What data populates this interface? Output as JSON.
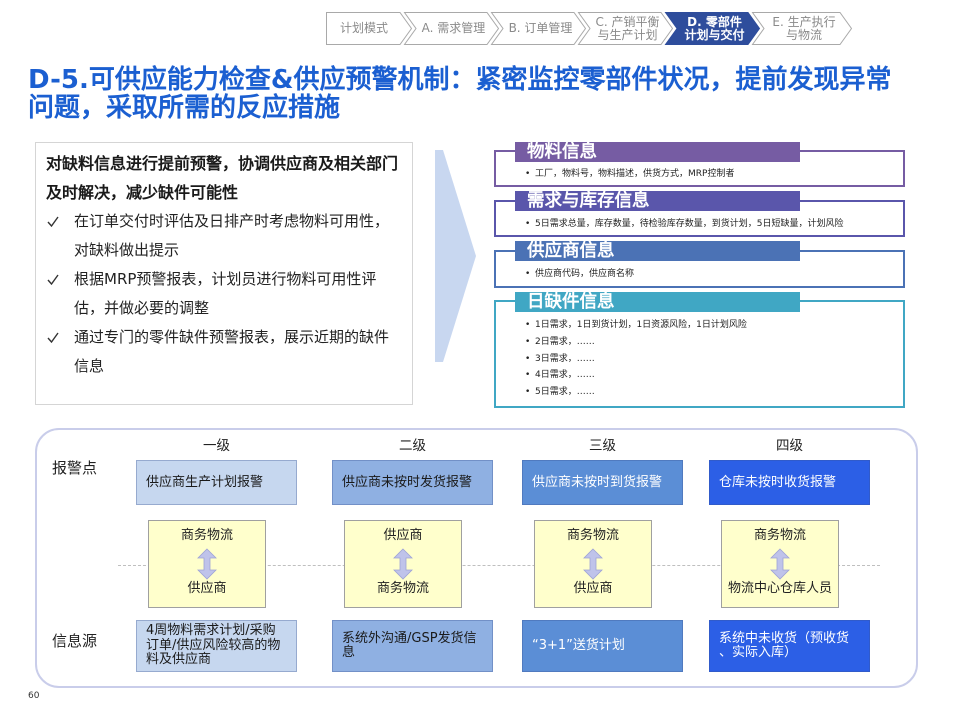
{
  "colors": {
    "title": "#1b5fd1",
    "active_step": "#2e4d9c",
    "flow_arrow": "#c8d7f0",
    "party_box": "#ffffcc",
    "party_arrow": "#bfc3ea",
    "panel_outline": "#c9cdea"
  },
  "icons": {
    "summary_bullet": "check-icon",
    "flow": "chevron-right-icon",
    "party_link": "up-down-arrow-icon"
  },
  "breadcrumb": {
    "steps": [
      {
        "lines": [
          "计划模式"
        ],
        "active": false
      },
      {
        "lines": [
          "A. 需求管理"
        ],
        "active": false
      },
      {
        "lines": [
          "B. 订单管理"
        ],
        "active": false
      },
      {
        "lines": [
          "C. 产销平衡",
          "与生产计划"
        ],
        "active": false
      },
      {
        "lines": [
          "D. 零部件",
          "计划与交付"
        ],
        "active": true
      },
      {
        "lines": [
          "E. 生产执行",
          "与物流"
        ],
        "active": false
      }
    ]
  },
  "title": "D-5.可供应能力检查&供应预警机制：紧密监控零部件状况，提前发现异常问题，采取所需的反应措施",
  "summary": {
    "heading": "对缺料信息进行提前预警，协调供应商及相关部门及时解决，减少缺件可能性",
    "bullets": [
      "在订单交付时评估及日排产时考虑物料可用性，对缺料做出提示",
      "根据MRP预警报表，计划员进行物料可用性评估，并做必要的调整",
      "通过专门的零件缺件预警报表，展示近期的缺件信息"
    ]
  },
  "info_panels": [
    {
      "title": "物料信息",
      "color": "#765ca3",
      "items": [
        "工厂，物料号，物料描述，供货方式，MRP控制者"
      ]
    },
    {
      "title": "需求与库存信息",
      "color": "#5a56ab",
      "items": [
        "5日需求总量，库存数量，待检验库存数量，到货计划，5日短缺量，计划风险"
      ]
    },
    {
      "title": "供应商信息",
      "color": "#4b72b5",
      "items": [
        "供应商代码，供应商名称"
      ]
    },
    {
      "title": "日缺件信息",
      "color": "#40a7c4",
      "items": [
        "1日需求，1日到货计划，1日资源风险，1日计划风险",
        "2日需求，……",
        "3日需求，……",
        "4日需求，……",
        "5日需求，……"
      ]
    }
  ],
  "alert_levels": {
    "row_labels": {
      "alarm": "报警点",
      "source": "信息源"
    },
    "levels": [
      {
        "name": "一级",
        "alarm": "供应商生产计划报警",
        "parties": {
          "top": "商务物流",
          "bottom": "供应商"
        },
        "source": "4周物料需求计划/采购订单/供应风险较高的物料及供应商",
        "color": "#c6d7ef",
        "text_color": "#1a1a1a"
      },
      {
        "name": "二级",
        "alarm": "供应商未按时发货报警",
        "parties": {
          "top": "供应商",
          "bottom": "商务物流"
        },
        "source": "系统外沟通/GSP发货信息",
        "color": "#8fb0e2",
        "text_color": "#1a1a1a"
      },
      {
        "name": "三级",
        "alarm": "供应商未按时到货报警",
        "parties": {
          "top": "商务物流",
          "bottom": "供应商"
        },
        "source": "“3+1”送货计划",
        "color": "#5b8ed6",
        "text_color": "#ffffff"
      },
      {
        "name": "四级",
        "alarm": "仓库未按时收货报警",
        "parties": {
          "top": "商务物流",
          "bottom": "物流中心仓库人员"
        },
        "source": "系统中未收货（预收货、实际入库）",
        "color": "#2c5fe6",
        "text_color": "#ffffff"
      }
    ]
  },
  "page_number": "60"
}
